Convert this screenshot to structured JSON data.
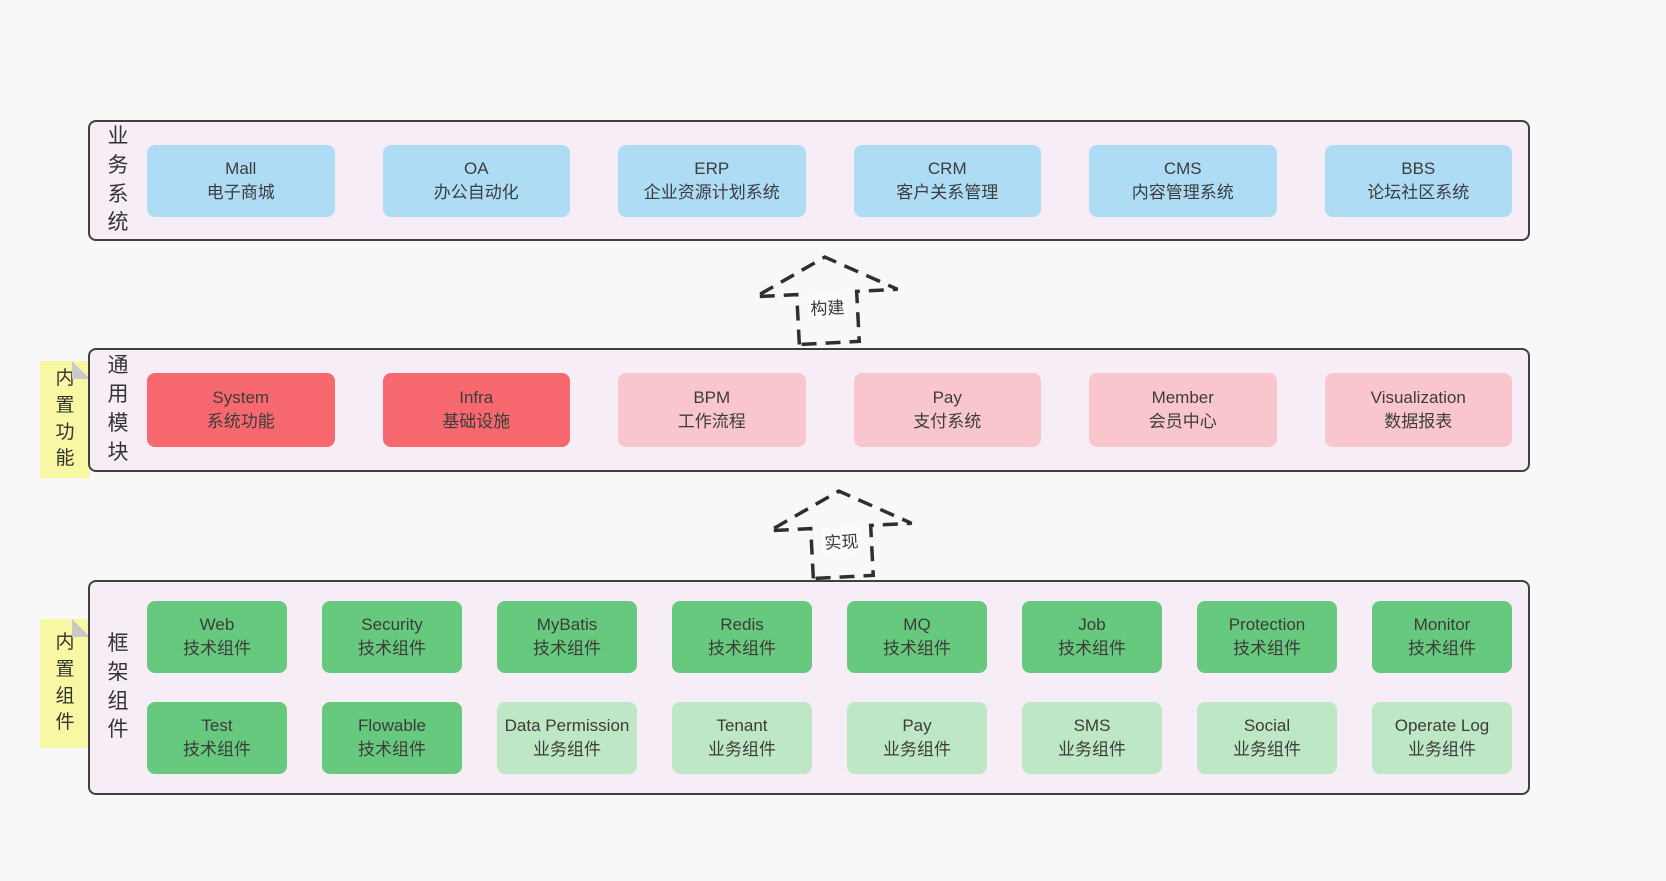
{
  "colors": {
    "page_bg": "#f8f8f8",
    "section_bg": "#f7edf6",
    "section_border": "#3f3f3f",
    "blue_box": "#aedcf5",
    "red_box": "#f7696f",
    "pink_box": "#f9c6ce",
    "green_box": "#67c97d",
    "green_light_box": "#bee8c5",
    "sticky_yellow": "#f8f8a4",
    "sticky_fold_gray": "#c9c9c9",
    "text": "#3b3b3b"
  },
  "arrows": [
    {
      "label": "构建"
    },
    {
      "label": "实现"
    }
  ],
  "sections": [
    {
      "label": "业务系统",
      "items": [
        {
          "name": "Mall",
          "desc": "电子商城"
        },
        {
          "name": "OA",
          "desc": "办公自动化"
        },
        {
          "name": "ERP",
          "desc": "企业资源计划系统"
        },
        {
          "name": "CRM",
          "desc": "客户关系管理"
        },
        {
          "name": "CMS",
          "desc": "内容管理系统"
        },
        {
          "name": "BBS",
          "desc": "论坛社区系统"
        }
      ]
    },
    {
      "label": "通用模块",
      "sticky": "内置功能",
      "items": [
        {
          "name": "System",
          "desc": "系统功能"
        },
        {
          "name": "Infra",
          "desc": "基础设施"
        },
        {
          "name": "BPM",
          "desc": "工作流程"
        },
        {
          "name": "Pay",
          "desc": "支付系统"
        },
        {
          "name": "Member",
          "desc": "会员中心"
        },
        {
          "name": "Visualization",
          "desc": "数据报表"
        }
      ]
    },
    {
      "label": "框架组件",
      "sticky": "内置组件",
      "row1": [
        {
          "name": "Web",
          "desc": "技术组件"
        },
        {
          "name": "Security",
          "desc": "技术组件"
        },
        {
          "name": "MyBatis",
          "desc": "技术组件"
        },
        {
          "name": "Redis",
          "desc": "技术组件"
        },
        {
          "name": "MQ",
          "desc": "技术组件"
        },
        {
          "name": "Job",
          "desc": "技术组件"
        },
        {
          "name": "Protection",
          "desc": "技术组件"
        },
        {
          "name": "Monitor",
          "desc": "技术组件"
        }
      ],
      "row2": [
        {
          "name": "Test",
          "desc": "技术组件"
        },
        {
          "name": "Flowable",
          "desc": "技术组件"
        },
        {
          "name": "Data Permission",
          "desc": "业务组件"
        },
        {
          "name": "Tenant",
          "desc": "业务组件"
        },
        {
          "name": "Pay",
          "desc": "业务组件"
        },
        {
          "name": "SMS",
          "desc": "业务组件"
        },
        {
          "name": "Social",
          "desc": "业务组件"
        },
        {
          "name": "Operate Log",
          "desc": "业务组件"
        }
      ]
    }
  ]
}
